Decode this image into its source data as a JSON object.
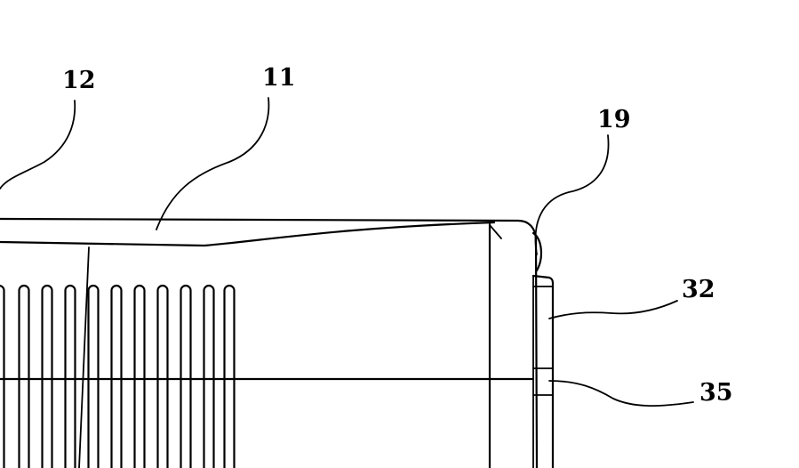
{
  "labels": {
    "ref_12": "12",
    "ref_11": "11",
    "ref_19": "19",
    "ref_32": "32",
    "ref_35": "35"
  },
  "colors": {
    "ink": "#000000",
    "paper": "#ffffff"
  }
}
